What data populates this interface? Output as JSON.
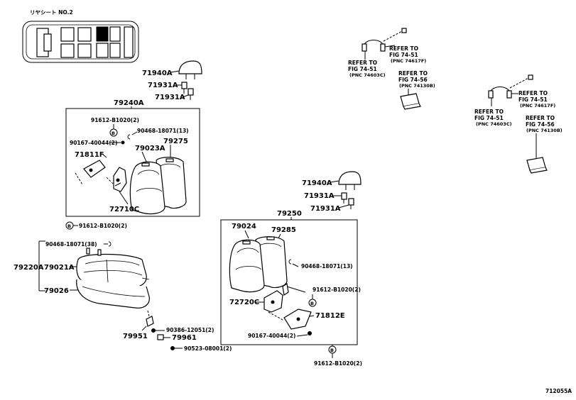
{
  "header": {
    "title": "リヤシート NO.2",
    "figure_id": "712055A"
  },
  "refer_notes": {
    "left": {
      "arm": {
        "line1": "REFER TO",
        "line2": "FIG 74-51",
        "pnc": "(PNC 74617F)"
      },
      "cover": {
        "line1": "REFER TO",
        "line2": "FIG 74-51",
        "pnc": "(PNC 74603C)"
      },
      "cup": {
        "line1": "REFER TO",
        "line2": "FIG 74-56",
        "pnc": "(PNC 74130B)"
      }
    },
    "right": {
      "arm": {
        "line1": "REFER TO",
        "line2": "FIG 74-51",
        "pnc": "(PNC 74617F)"
      },
      "cover": {
        "line1": "REFER TO",
        "line2": "FIG 74-51",
        "pnc": "(PNC 74603C)"
      },
      "cup": {
        "line1": "REFER TO",
        "line2": "FIG 74-56",
        "pnc": "(PNC 74130B)"
      }
    }
  },
  "upper_left": {
    "headrest": "71940A",
    "support_a": "71931A",
    "support_b": "71931A",
    "assembly": "79240A",
    "bolt_top": "91612-B1020(2)",
    "marker_b": "B",
    "clip": "90468-18071(13)",
    "screw": "90167-40044(2)",
    "bracket": "71811F",
    "cover": "79023A",
    "back_pad": "79275",
    "hinge": "72710C",
    "bolt_bottom": "91612-B1020(2)"
  },
  "right_unit": {
    "headrest": "71940A",
    "support_a": "71931A",
    "support_b": "71931A",
    "assembly": "79250",
    "cover": "79024",
    "back_pad": "79285",
    "clip": "90468-18071(13)",
    "bolt_mid": "91612-B1020(2)",
    "hinge": "72720C",
    "bracket": "71812E",
    "screw": "90167-40044(2)",
    "bolt_bottom": "91612-B1020(2)",
    "marker_b": "B"
  },
  "cushion": {
    "clip": "90468-18071(38)",
    "assembly": "79220A",
    "cover": "79021A",
    "pad": "79026",
    "hook": "79951",
    "pin": "90386-12051(2)",
    "cap": "79961",
    "clamp": "90523-08001(2)"
  }
}
